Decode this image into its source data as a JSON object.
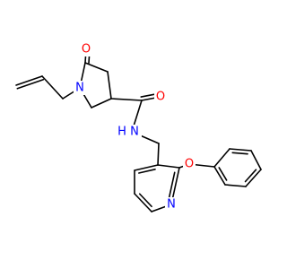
{
  "molecule": {
    "colors": {
      "bond": "#000000",
      "oxygen": "#ff0000",
      "nitrogen": "#0000ff",
      "background": "#ffffff"
    },
    "labels": {
      "o_carbonyl_ring": "O",
      "n_ring": "N",
      "o_amide": "O",
      "nh_amide": "N",
      "h_amide": "H",
      "o_ether": "O",
      "n_pyridine": "N"
    }
  }
}
